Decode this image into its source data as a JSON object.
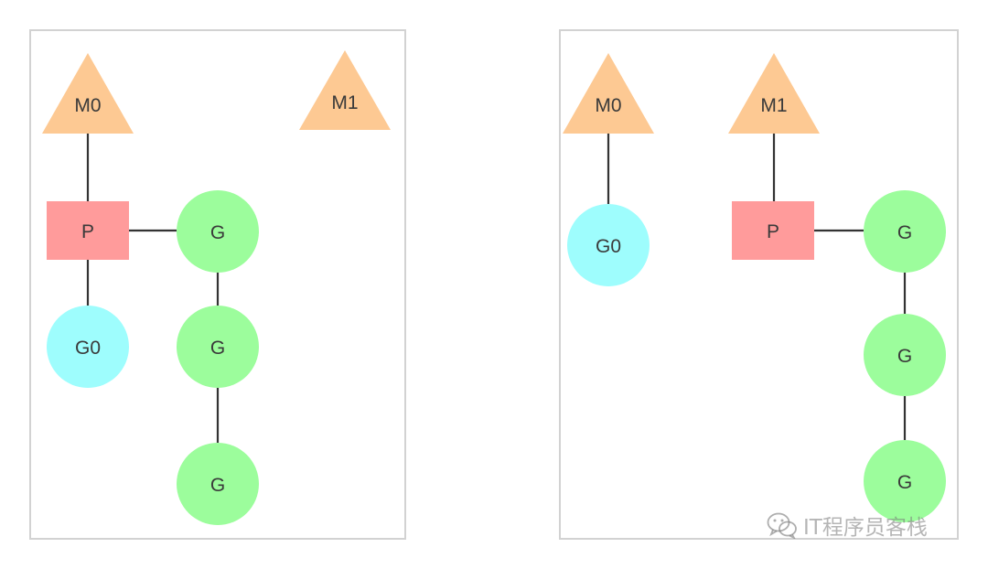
{
  "diagram": {
    "left_panel": {
      "m0": "M0",
      "m1": "M1",
      "p": "P",
      "g0": "G0",
      "queue": [
        "G",
        "G",
        "G"
      ]
    },
    "right_panel": {
      "m0": "M0",
      "m1": "M1",
      "p": "P",
      "g0": "G0",
      "queue": [
        "G",
        "G",
        "G"
      ]
    }
  },
  "colors": {
    "machine": "#fdc993",
    "processor": "#ff9b9b",
    "goroutine": "#9cfd9c",
    "g0": "#9efdfd",
    "edge": "#333333",
    "border": "#d2d2d2"
  },
  "watermark": {
    "text": "IT程序员客栈",
    "icon": "wechat-icon"
  }
}
